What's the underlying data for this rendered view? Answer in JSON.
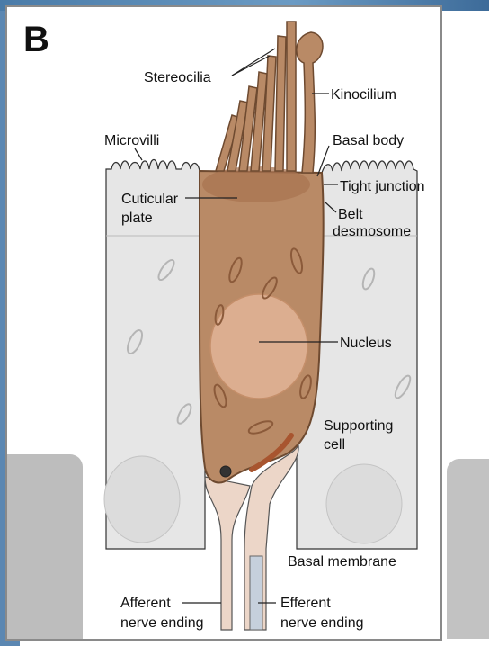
{
  "panel_letter": "B",
  "labels": {
    "stereocilia": "Stereocilia",
    "kinocilium": "Kinocilium",
    "microvilli": "Microvilli",
    "basal_body": "Basal body",
    "tight_junction": "Tight junction",
    "cuticular_plate_1": "Cuticular",
    "cuticular_plate_2": "plate",
    "belt_desmosome_1": "Belt",
    "belt_desmosome_2": "desmosome",
    "nucleus": "Nucleus",
    "supporting_cell_1": "Supporting",
    "supporting_cell_2": "cell",
    "basal_membrane": "Basal membrane",
    "afferent_1": "Afferent",
    "afferent_2": "nerve ending",
    "efferent_1": "Efferent",
    "efferent_2": "nerve ending"
  },
  "colors": {
    "hair_cell": "#b98a66",
    "hair_cell_outline": "#6e4a30",
    "supporting_cell": "#e4e4e4",
    "nucleus": "#dcae90",
    "nerve": "#ead2c2"
  }
}
